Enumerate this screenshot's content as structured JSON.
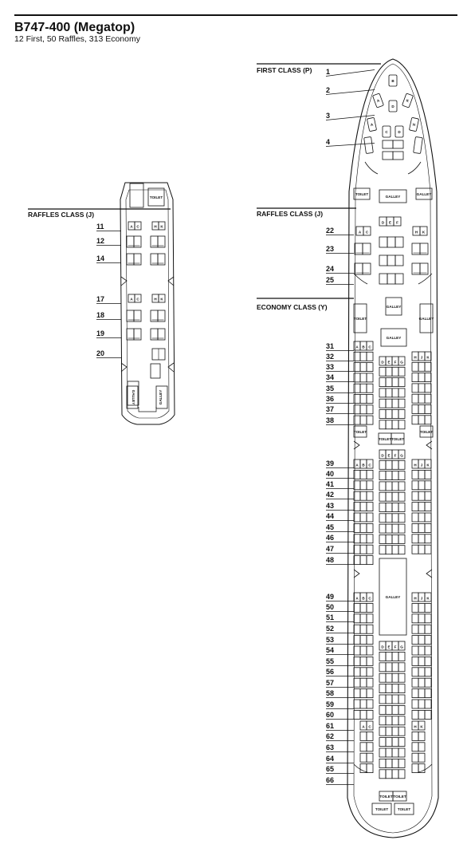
{
  "title": "B747-400 (Megatop)",
  "subtitle": "12 First, 50 Raffles, 313 Economy",
  "colors": {
    "line": "#111111",
    "background": "#ffffff"
  },
  "upper_deck": {
    "class_label": "RAFFLES CLASS (J)",
    "rows": [
      "11",
      "12",
      "14",
      "17",
      "18",
      "19",
      "20"
    ],
    "lettered_rows": [
      "11",
      "17"
    ],
    "letters_left": [
      "A",
      "C"
    ],
    "letters_right": [
      "H",
      "K"
    ],
    "toilet_label": "TOILET",
    "galley_label": "GALLEY"
  },
  "main_deck": {
    "first_label": "FIRST CLASS (P)",
    "first_rows": [
      "1",
      "2",
      "3",
      "4"
    ],
    "first_letters": [
      "A",
      "B",
      "C",
      "D",
      "E",
      "F",
      "H",
      "K"
    ],
    "raffles_label": "RAFFLES CLASS (J)",
    "raffles_rows": [
      "22",
      "23",
      "24",
      "25"
    ],
    "raffles_letters_left": [
      "A",
      "C"
    ],
    "raffles_letters_center": [
      "D",
      "E",
      "F"
    ],
    "raffles_letters_right": [
      "H",
      "K"
    ],
    "economy_label": "ECONOMY CLASS (Y)",
    "economy_rows": [
      "31",
      "32",
      "33",
      "34",
      "35",
      "36",
      "37",
      "38",
      "39",
      "40",
      "41",
      "42",
      "43",
      "44",
      "45",
      "46",
      "47",
      "48",
      "49",
      "50",
      "51",
      "52",
      "53",
      "54",
      "55",
      "56",
      "57",
      "58",
      "59",
      "60",
      "61",
      "62",
      "63",
      "64",
      "65",
      "66"
    ],
    "letters_left": [
      "A",
      "B",
      "C"
    ],
    "letters_center": [
      "D",
      "E",
      "F",
      "G"
    ],
    "letters_right": [
      "H",
      "J",
      "K"
    ],
    "letters_left_short": [
      "A",
      "C"
    ],
    "letters_right_short": [
      "H",
      "K"
    ],
    "toilet_label": "TOILET",
    "galley_label": "GALLEY"
  }
}
